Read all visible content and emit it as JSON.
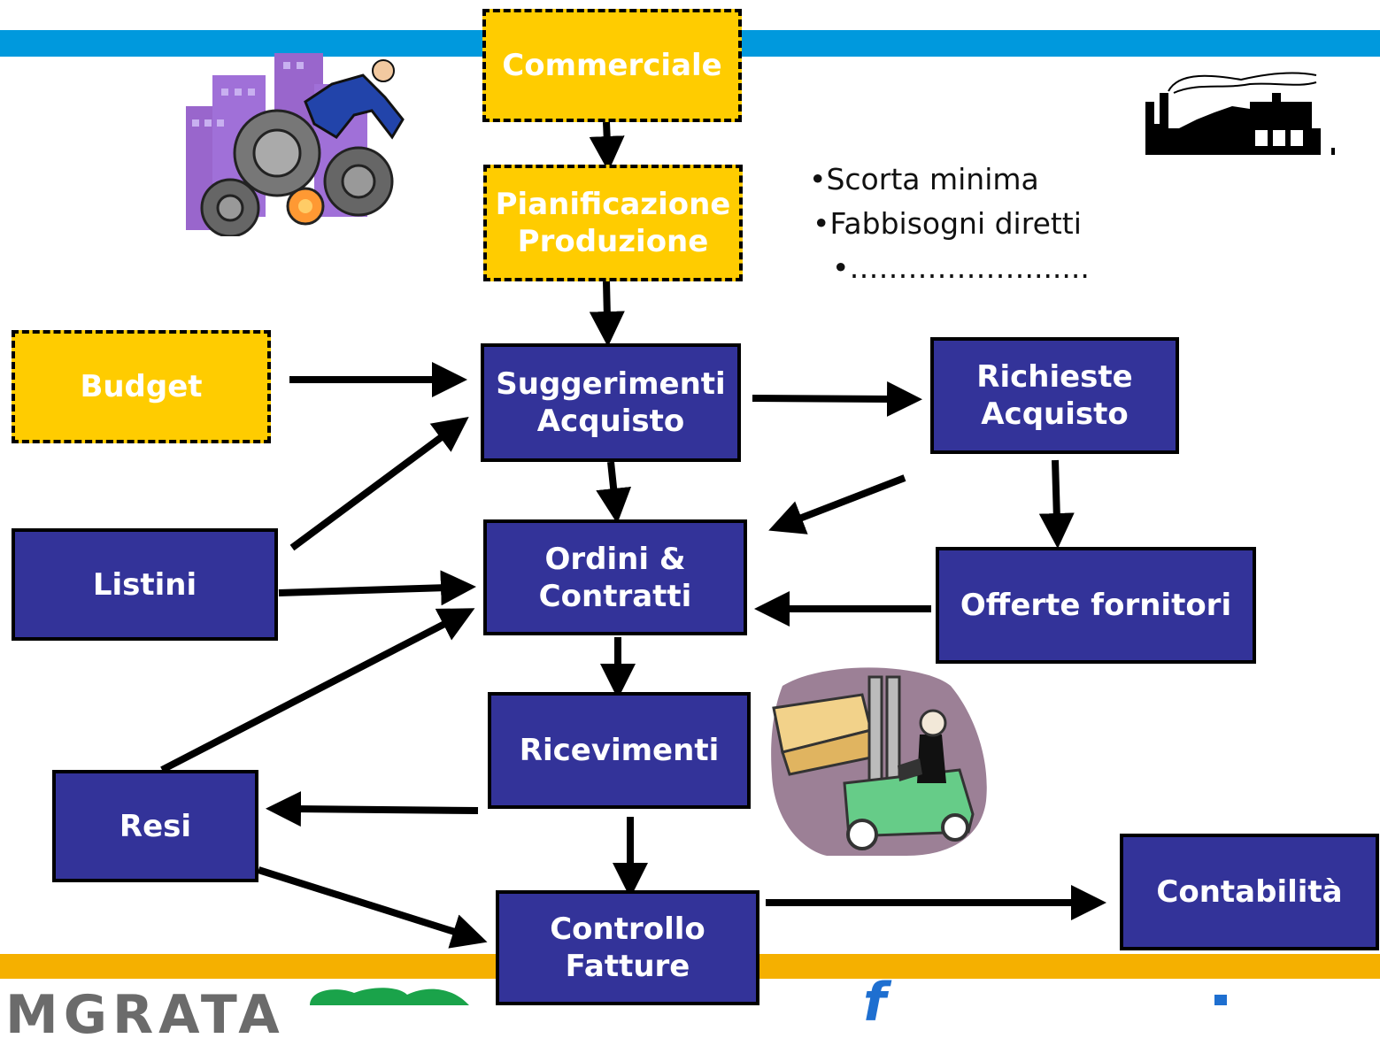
{
  "colors": {
    "top_band": "#0099dd",
    "bottom_band": "#f5b000",
    "process_box": "#333399",
    "input_box": "#ffcc00",
    "box_text": "#ffffff"
  },
  "boxes": {
    "commerciale": "Commerciale",
    "pianificazione": "Pianificazione\nProduzione",
    "budget": "Budget",
    "suggerimenti": "Suggerimenti\nAcquisto",
    "richieste": "Richieste\nAcquisto",
    "listini": "Listini",
    "ordini": "Ordini &\nContratti",
    "offerte": "Offerte fornitori",
    "ricevimenti": "Ricevimenti",
    "resi": "Resi",
    "controllo": "Controllo\nFatture",
    "contabilita": "Contabilità"
  },
  "notes": [
    "•Scorta minima",
    "•Fabbisogni diretti",
    "•……………….......  "
  ],
  "logos": {
    "left": "MGRATA",
    "right": "f"
  },
  "icons": [
    "gears-clipart-icon",
    "factory-icon",
    "forklift-clipart-icon"
  ]
}
